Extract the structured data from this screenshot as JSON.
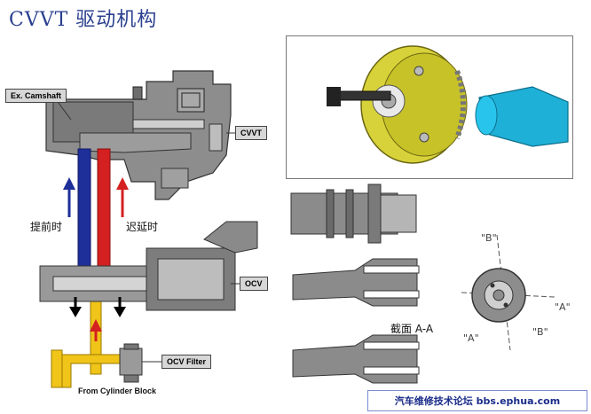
{
  "title": "CVVT 驱动机构",
  "labels": {
    "ex_camshaft": "Ex. Camshaft",
    "cvvt": "CVVT",
    "ocv": "OCV",
    "ocv_filter": "OCV Filter",
    "from_cylinder_block": "From Cylinder Block",
    "advance": "提前时",
    "retard": "迟延时",
    "section": "截面 A-A",
    "b_top": "\"B\"",
    "a_right": "\"A\"",
    "a_left": "\"A\"",
    "b_bottom": "\"B\""
  },
  "footer": "汽车维修技术论坛 bbs.ephua.com",
  "colors": {
    "title": "#2a3f8f",
    "advance_line": "#1e2f9a",
    "retard_line": "#d42020",
    "supply_line": "#f0c419",
    "body_gray": "#8a8a8a",
    "sprocket_yellow": "#d8d23a",
    "camshaft_cyan": "#1fb0d8"
  }
}
